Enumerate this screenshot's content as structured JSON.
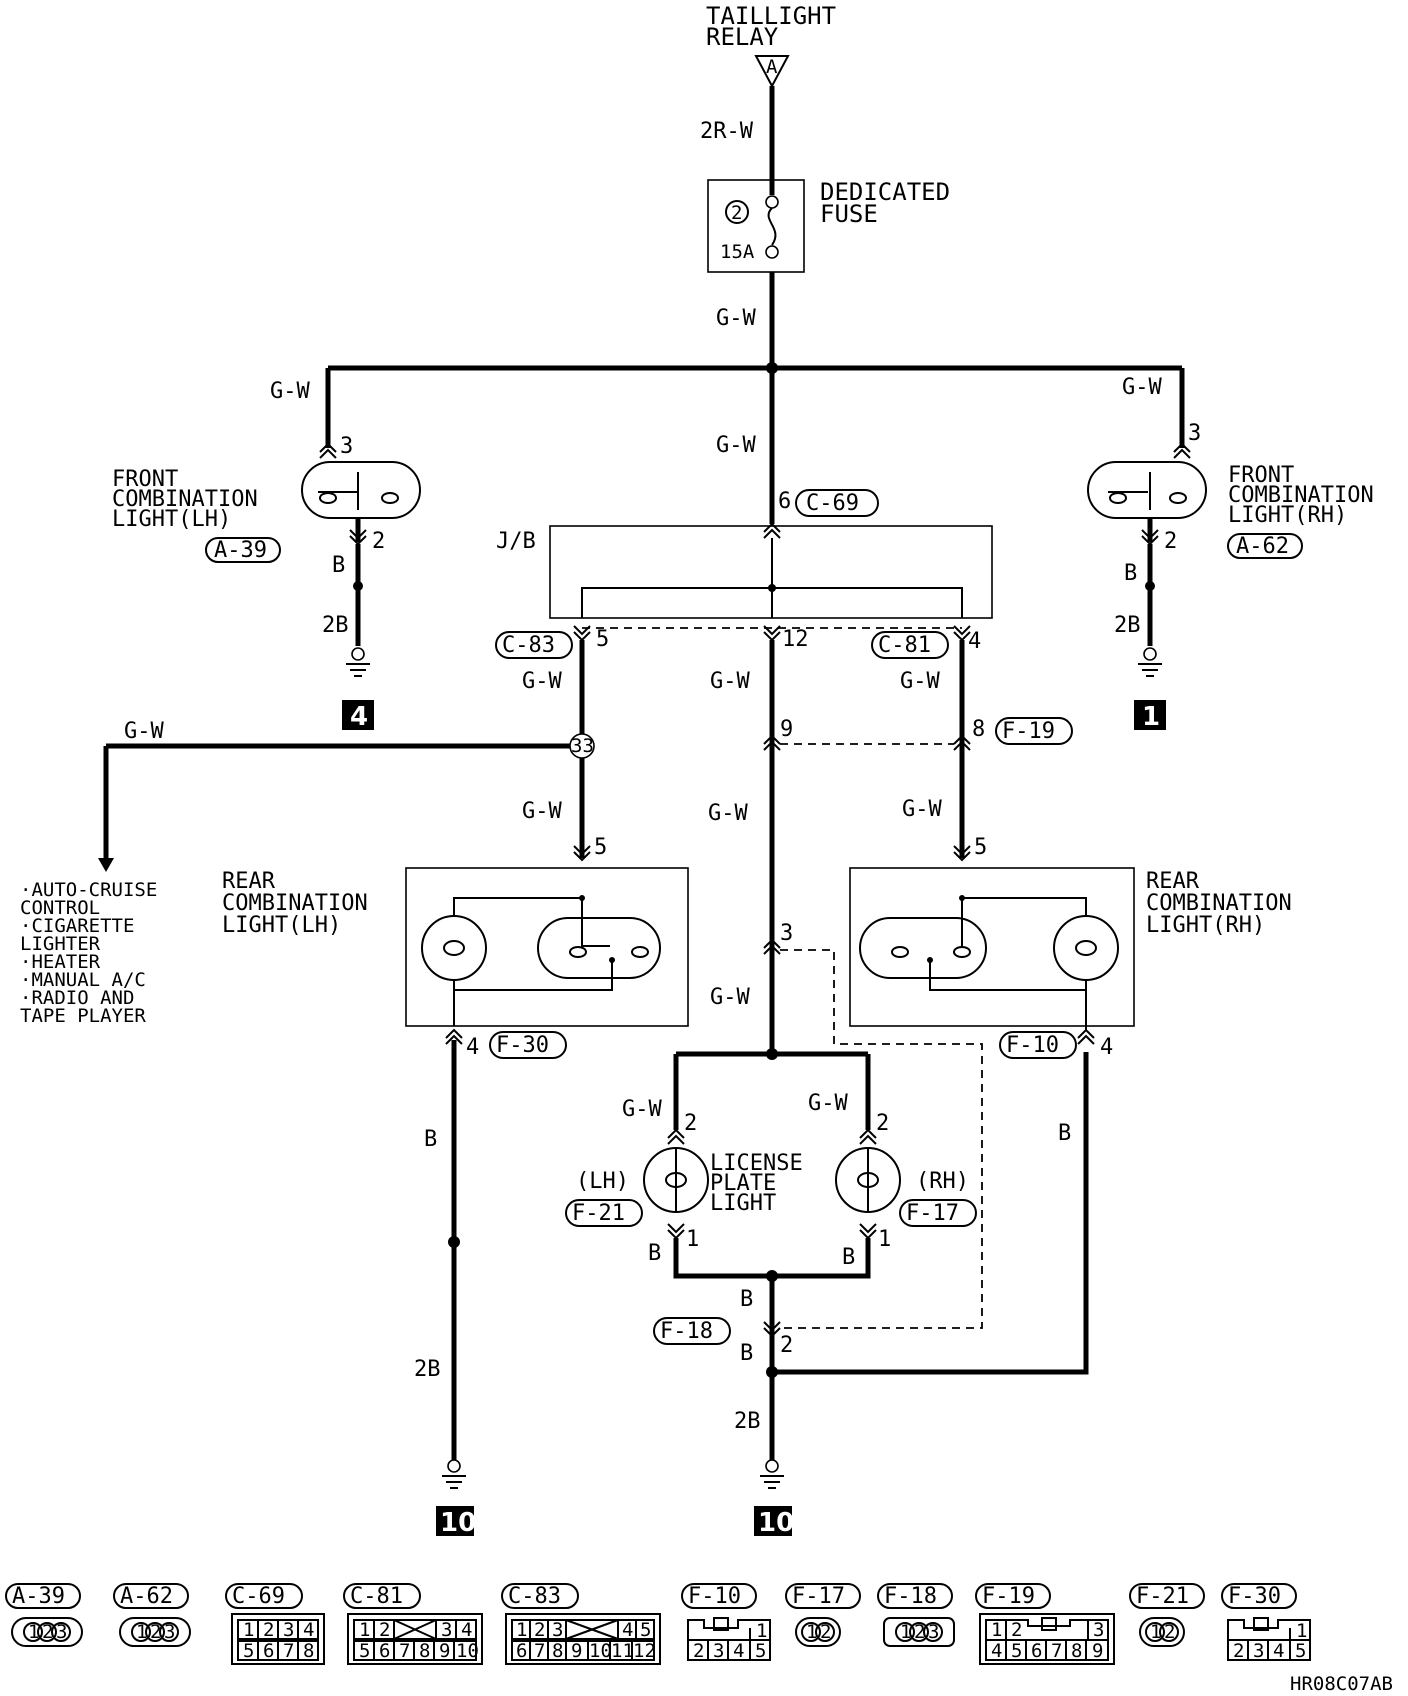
{
  "relay": {
    "title_line1": "TAILLIGHT",
    "title_line2": "RELAY",
    "terminal": "A"
  },
  "fuse": {
    "label_line1": "DEDICATED",
    "label_line2": "FUSE",
    "number": "2",
    "rating": "15A"
  },
  "wires": {
    "gw": "G-W",
    "tworw": "2R-W",
    "b": "B",
    "twob": "2B"
  },
  "front_lh": {
    "line1": "FRONT",
    "line2": "COMBINATION",
    "line3": "LIGHT(LH)",
    "connector": "A-39",
    "pin_in": "3",
    "pin_out": "2",
    "ground": "4"
  },
  "front_rh": {
    "line1": "FRONT",
    "line2": "COMBINATION",
    "line3": "LIGHT(RH)",
    "connector": "A-62",
    "pin_in": "3",
    "pin_out": "2",
    "ground": "1"
  },
  "jb": {
    "label": "J/B",
    "conn_top": "C-69",
    "pin_top": "6",
    "conn_left": "C-83",
    "pin_left": "5",
    "pin_mid": "12",
    "conn_right": "C-81",
    "pin_right": "4"
  },
  "splice": "33",
  "f19": {
    "connector": "F-19",
    "pin_mid": "9",
    "pin_right": "8"
  },
  "branch_list": [
    "·AUTO-CRUISE",
    " CONTROL",
    "·CIGARETTE",
    " LIGHTER",
    "·HEATER",
    "·MANUAL A/C",
    "·RADIO AND",
    " TAPE PLAYER"
  ],
  "rear_lh": {
    "line1": "REAR",
    "line2": "COMBINATION",
    "line3": "LIGHT(LH)",
    "pin_in": "5",
    "pin_out": "4",
    "connector": "F-30",
    "ground": "10"
  },
  "rear_rh": {
    "line1": "REAR",
    "line2": "COMBINATION",
    "line3": "LIGHT(RH)",
    "pin_in": "5",
    "pin_out": "4",
    "connector": "F-10"
  },
  "license": {
    "line1": "LICENSE",
    "line2": "PLATE",
    "line3": "LIGHT",
    "lh": "(LH)",
    "rh": "(RH)",
    "conn_lh": "F-21",
    "conn_rh": "F-17",
    "pin_in": "2",
    "pin_out": "1",
    "pin3": "3"
  },
  "f18": {
    "connector": "F-18",
    "pin": "2",
    "ground": "10"
  },
  "legend": [
    {
      "id": "A-39"
    },
    {
      "id": "A-62"
    },
    {
      "id": "C-69"
    },
    {
      "id": "C-81"
    },
    {
      "id": "C-83"
    },
    {
      "id": "F-10"
    },
    {
      "id": "F-17"
    },
    {
      "id": "F-18"
    },
    {
      "id": "F-19"
    },
    {
      "id": "F-21"
    },
    {
      "id": "F-30"
    }
  ],
  "legend_pins": {
    "three": [
      "1",
      "2",
      "3"
    ],
    "two": [
      "1",
      "2"
    ],
    "c69": [
      "1",
      "2",
      "3",
      "4",
      "5",
      "6",
      "7",
      "8"
    ],
    "c81": [
      "1",
      "2",
      "3",
      "4",
      "5",
      "6",
      "7",
      "8",
      "9",
      "10"
    ],
    "c83": [
      "1",
      "2",
      "3",
      "4",
      "5",
      "6",
      "7",
      "8",
      "9",
      "10",
      "11",
      "12"
    ],
    "f10": [
      "1",
      "2",
      "3",
      "4",
      "5"
    ],
    "f19": [
      "1",
      "2",
      "3",
      "4",
      "5",
      "6",
      "7",
      "8",
      "9"
    ]
  },
  "code": "HR08C07AB"
}
